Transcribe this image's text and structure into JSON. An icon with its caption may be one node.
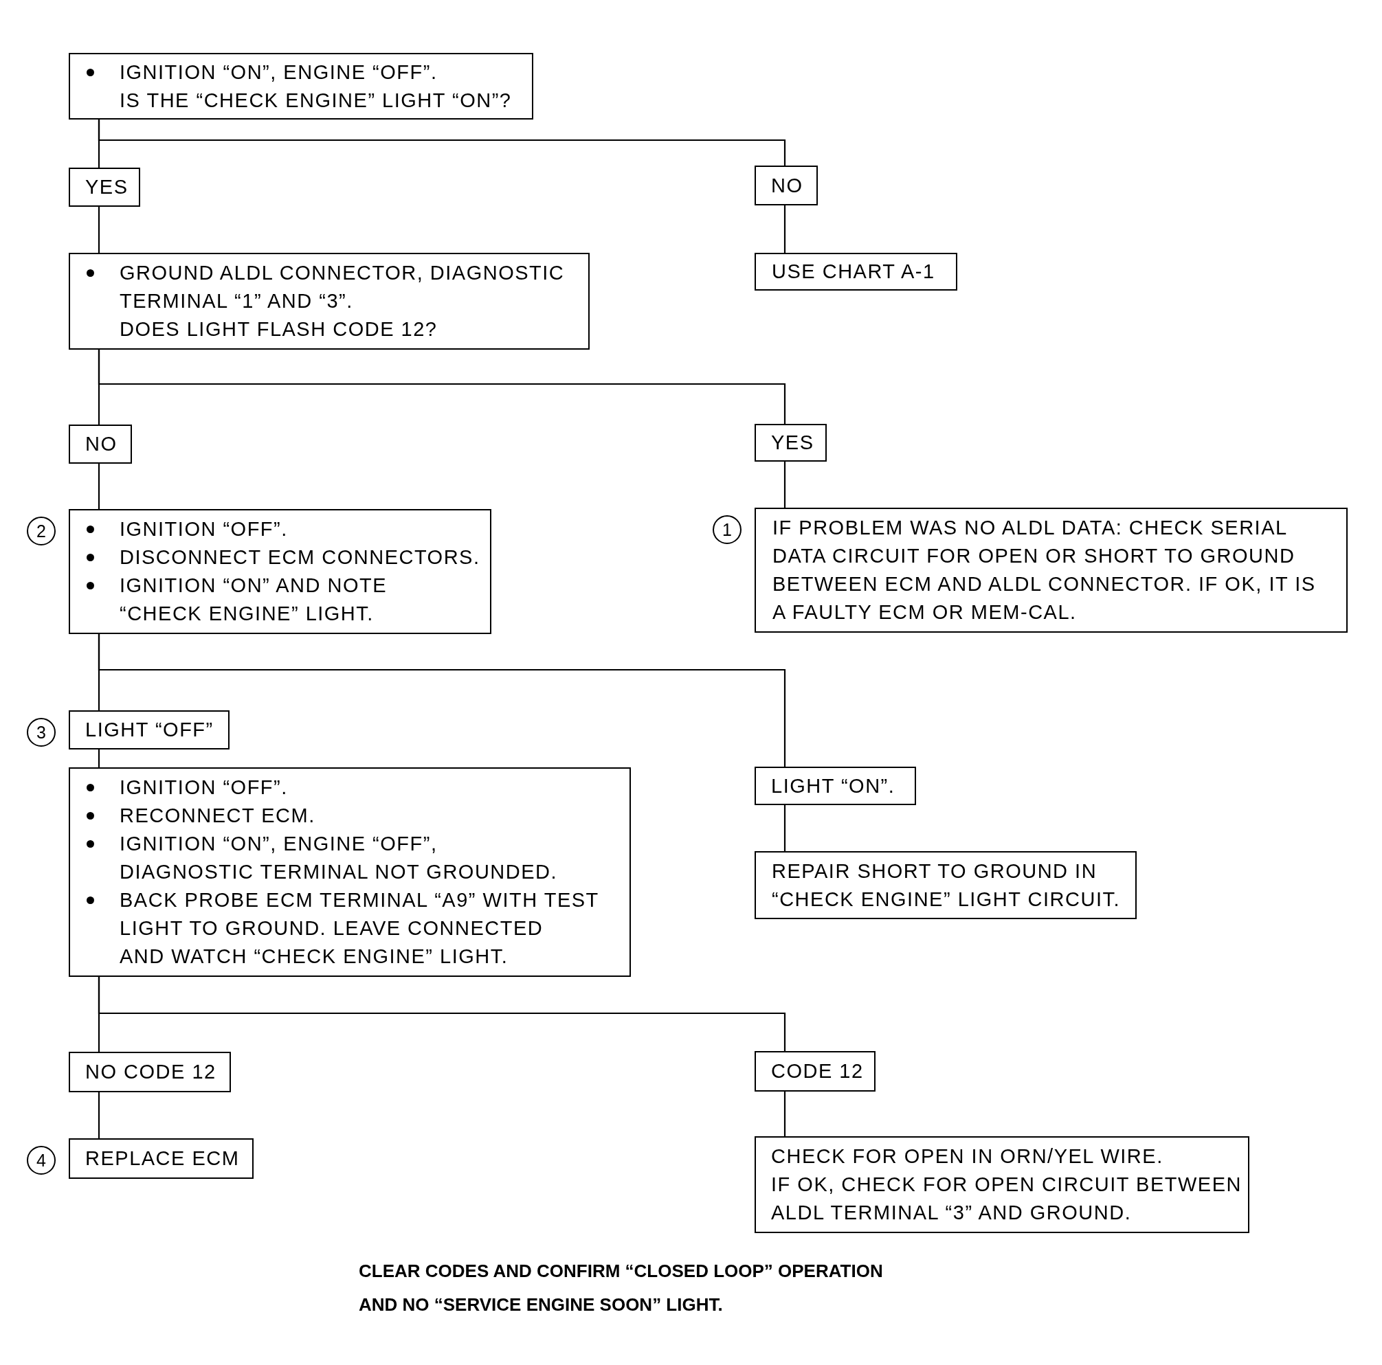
{
  "diagram": {
    "nodes": [
      {
        "text": [
          "IGNITION “ON”, ENGINE “OFF”.",
          "IS THE “CHECK ENGINE” LIGHT “ON”?"
        ]
      },
      {
        "text": [
          "YES"
        ]
      },
      {
        "text": [
          "NO"
        ]
      },
      {
        "text": [
          "GROUND ALDL CONNECTOR, DIAGNOSTIC TERMINAL “1” AND “3”.",
          "DOES LIGHT FLASH CODE 12?"
        ]
      },
      {
        "text": [
          "USE CHART A-1"
        ]
      },
      {
        "text": [
          "NO"
        ]
      },
      {
        "text": [
          "YES"
        ]
      },
      {
        "text": [
          "IGNITION “OFF”.",
          "DISCONNECT ECM CONNECTORS.",
          "IGNITION “ON” AND NOTE “CHECK ENGINE” LIGHT."
        ],
        "beside": [
          "2"
        ]
      },
      {
        "text": [
          "IF PROBLEM WAS NO ALDL DATA: CHECK SERIAL DATA CIRCUIT FOR OPEN OR SHORT TO GROUND BETWEEN ECM AND ALDL CONNECTOR. IF OK, IT IS A FAULTY ECM OR MEM-CAL."
        ],
        "beside": [
          "1"
        ]
      },
      {
        "text": [
          "LIGHT “OFF”"
        ],
        "beside": [
          "3"
        ]
      },
      {
        "text": [
          "LIGHT “ON”."
        ]
      },
      {
        "text": [
          "IGNITION “OFF”.",
          "RECONNECT ECM.",
          "IGNITION “ON”, ENGINE “OFF”, DIAGNOSTIC TERMINAL NOT GROUNDED.",
          "BACK PROBE ECM TERMINAL “A9” WITH TEST LIGHT TO GROUND. LEAVE CONNECTED AND WATCH “CHECK ENGINE” LIGHT."
        ]
      },
      {
        "text": [
          "REPAIR SHORT TO GROUND IN “CHECK ENGINE” LIGHT CIRCUIT."
        ]
      },
      {
        "text": [
          "NO CODE 12"
        ]
      },
      {
        "text": [
          "CODE 12"
        ]
      },
      {
        "text": [
          "REPLACE ECM"
        ],
        "beside": [
          "4"
        ]
      },
      {
        "text": [
          "CHECK FOR OPEN IN ORN/YEL WIRE.",
          "IF OK, CHECK FOR OPEN CIRCUIT BETWEEN ALDL TERMINAL “3” AND GROUND."
        ]
      }
    ],
    "edges": [
      {
        "from": 0,
        "to": 1,
        "arrow": "none"
      },
      {
        "from": 0,
        "to": 2,
        "arrow": "none"
      },
      {
        "from": 1,
        "to": 3,
        "arrow": "none"
      },
      {
        "from": 2,
        "to": 4,
        "arrow": "none"
      },
      {
        "from": 3,
        "to": 5,
        "arrow": "none"
      },
      {
        "from": 3,
        "to": 6,
        "arrow": "none"
      },
      {
        "from": 5,
        "to": 7,
        "arrow": "none"
      },
      {
        "from": 6,
        "to": 8,
        "arrow": "none"
      },
      {
        "from": 7,
        "to": 9,
        "arrow": "none"
      },
      {
        "from": 7,
        "to": 10,
        "arrow": "none"
      },
      {
        "from": 9,
        "to": 11,
        "arrow": "none"
      },
      {
        "from": 10,
        "to": 12,
        "arrow": "none"
      },
      {
        "from": 11,
        "to": 13,
        "arrow": "none"
      },
      {
        "from": 11,
        "to": 14,
        "arrow": "none"
      },
      {
        "from": 13,
        "to": 15,
        "arrow": "none"
      },
      {
        "from": 14,
        "to": 16,
        "arrow": "none"
      }
    ],
    "labels": [
      "CLEAR CODES AND CONFIRM “CLOSED LOOP” OPERATION AND NO “SERVICE ENGINE SOON” LIGHT."
    ]
  }
}
